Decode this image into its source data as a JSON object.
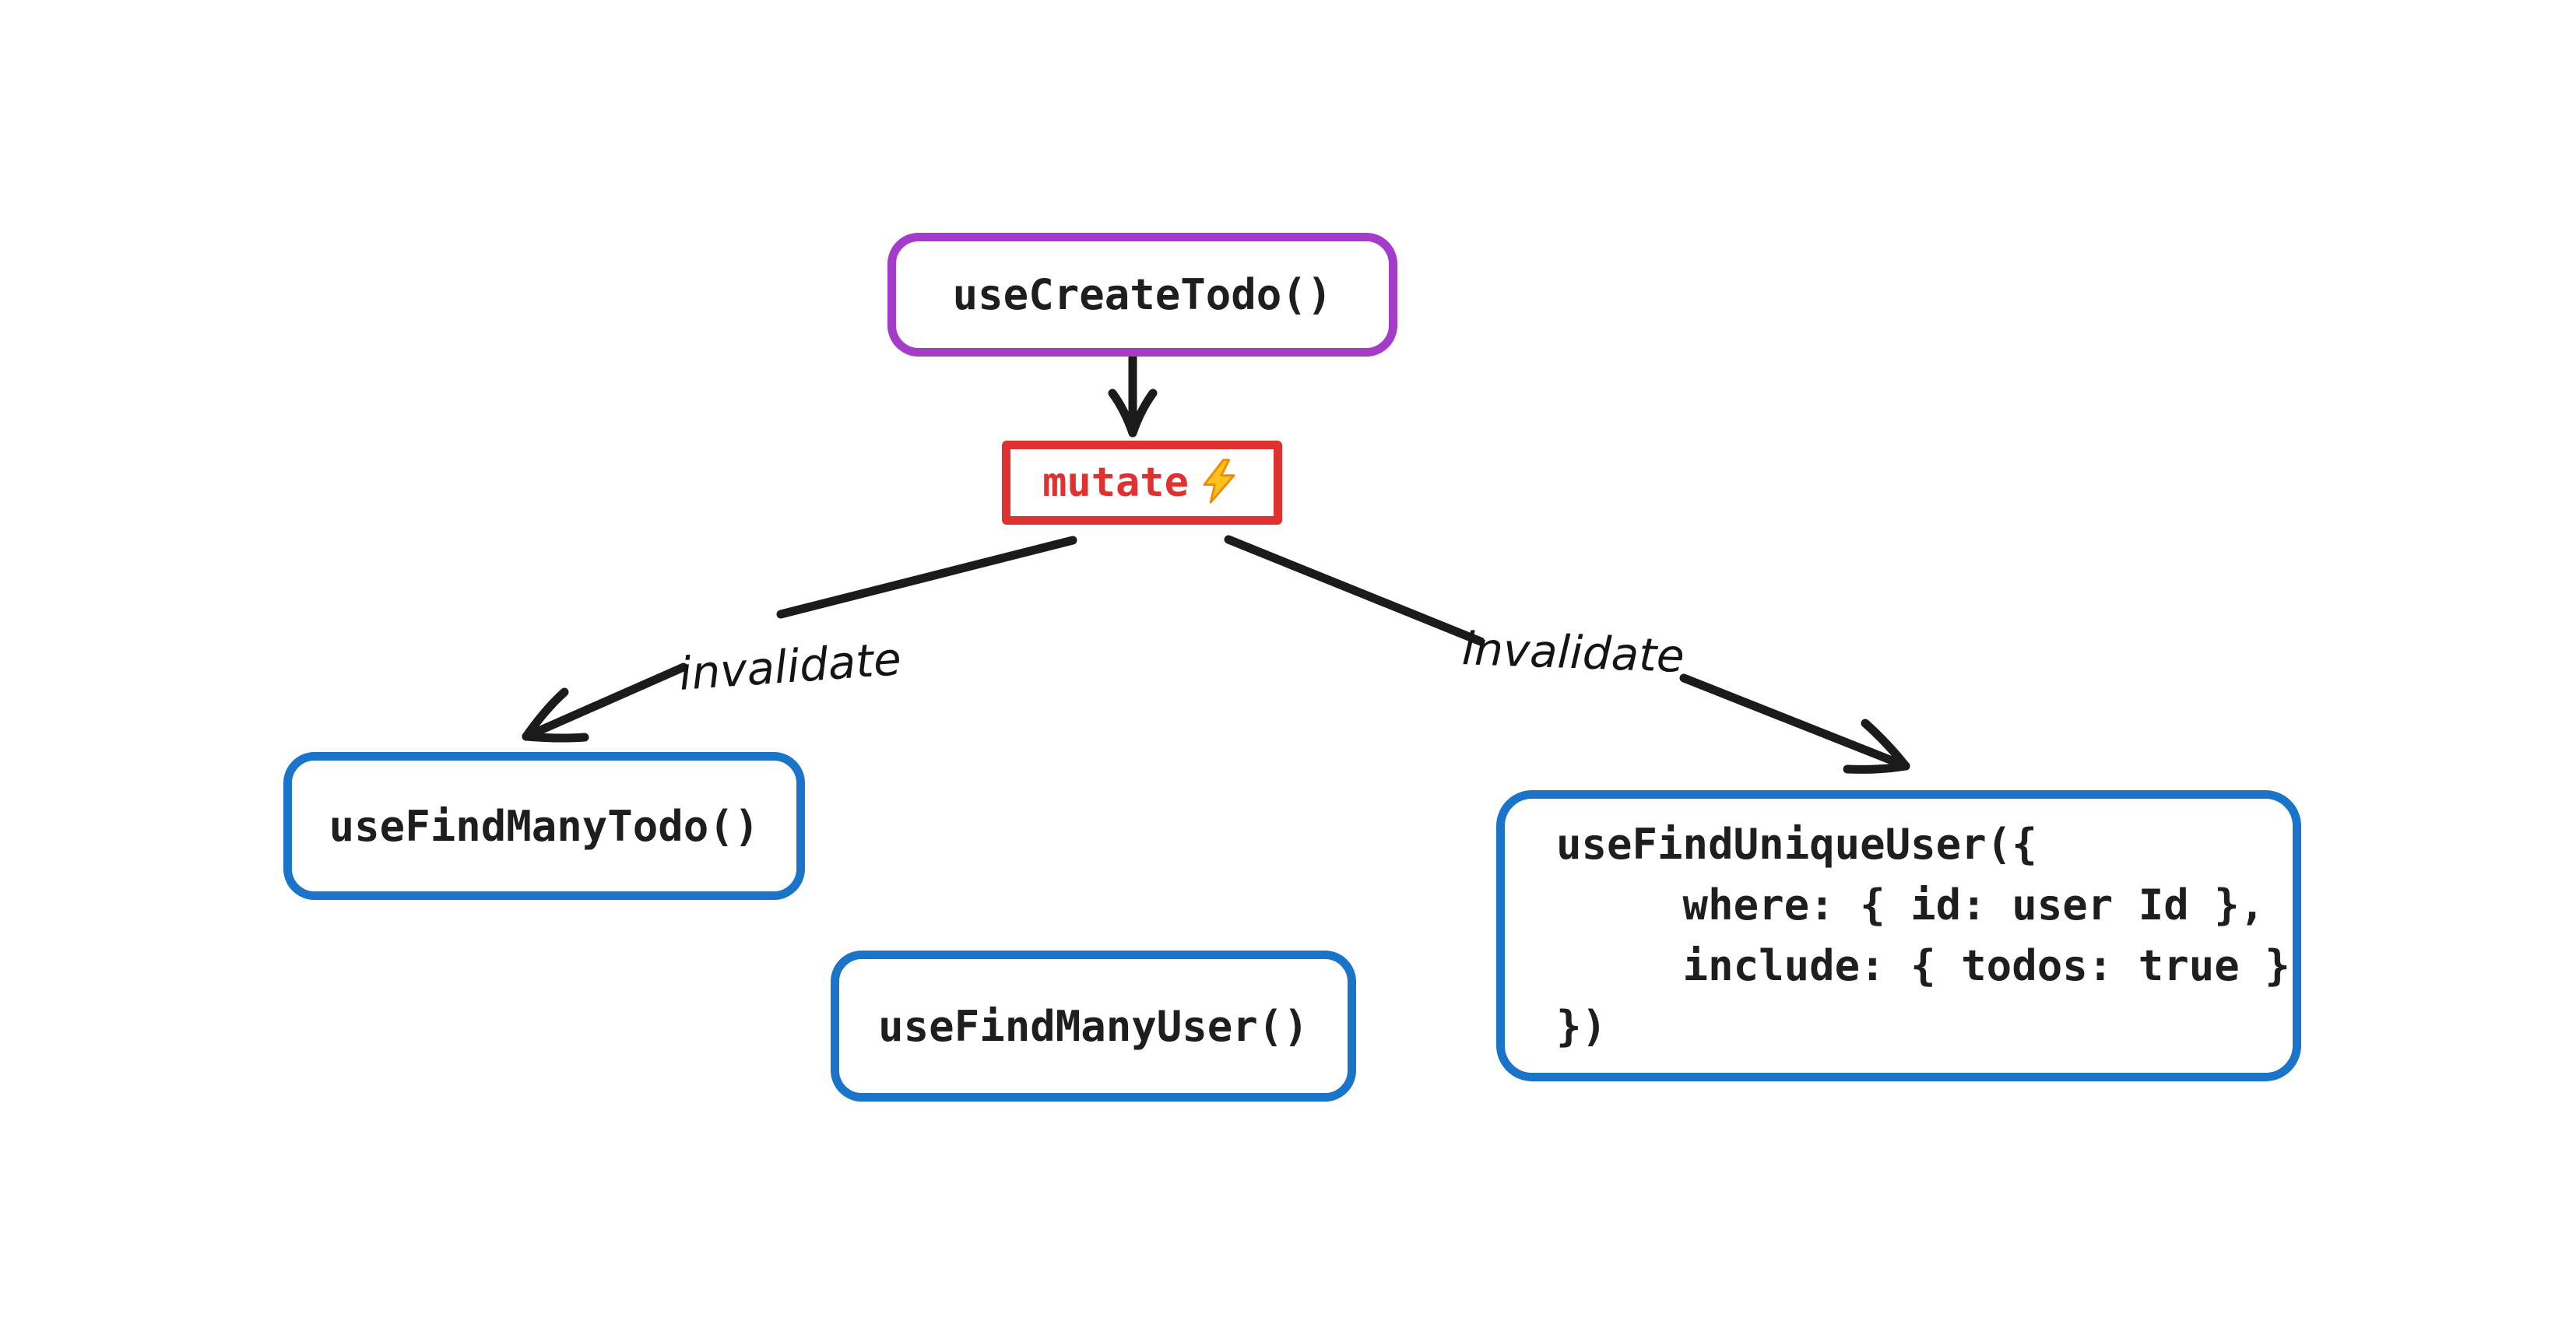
{
  "diagram": {
    "title": "query invalidation diagram",
    "background_color": "#ffffff",
    "text_color": "#1e1e1e",
    "nodes": [
      {
        "id": "useCreateTodo",
        "label": "useCreateTodo()",
        "border_color": "#a43bc9",
        "shape": "rounded-rect"
      },
      {
        "id": "mutate",
        "label": "mutate",
        "icon": "lightning-icon",
        "border_color": "#e03131",
        "text_color": "#e03131",
        "shape": "rect"
      },
      {
        "id": "useFindManyTodo",
        "label": "useFindManyTodo()",
        "border_color": "#1a74c9",
        "shape": "rounded-rect"
      },
      {
        "id": "useFindManyUser",
        "label": "useFindManyUser()",
        "border_color": "#1a74c9",
        "shape": "rounded-rect"
      },
      {
        "id": "useFindUniqueUser",
        "border_color": "#1a74c9",
        "shape": "rounded-rect",
        "lines": [
          "useFindUniqueUser({",
          "     where: { id: user Id },",
          "     include: { todos: true }",
          "})"
        ]
      }
    ],
    "edges": [
      {
        "from": "useCreateTodo",
        "to": "mutate",
        "label": ""
      },
      {
        "from": "mutate",
        "to": "useFindManyTodo",
        "label": "invalidate"
      },
      {
        "from": "mutate",
        "to": "useFindUniqueUser",
        "label": "invalidate"
      }
    ],
    "icon_colors": {
      "lightning_fill": "#ffc21d",
      "lightning_stroke": "#f08c00"
    },
    "arrow_color": "#1b1b1b"
  }
}
